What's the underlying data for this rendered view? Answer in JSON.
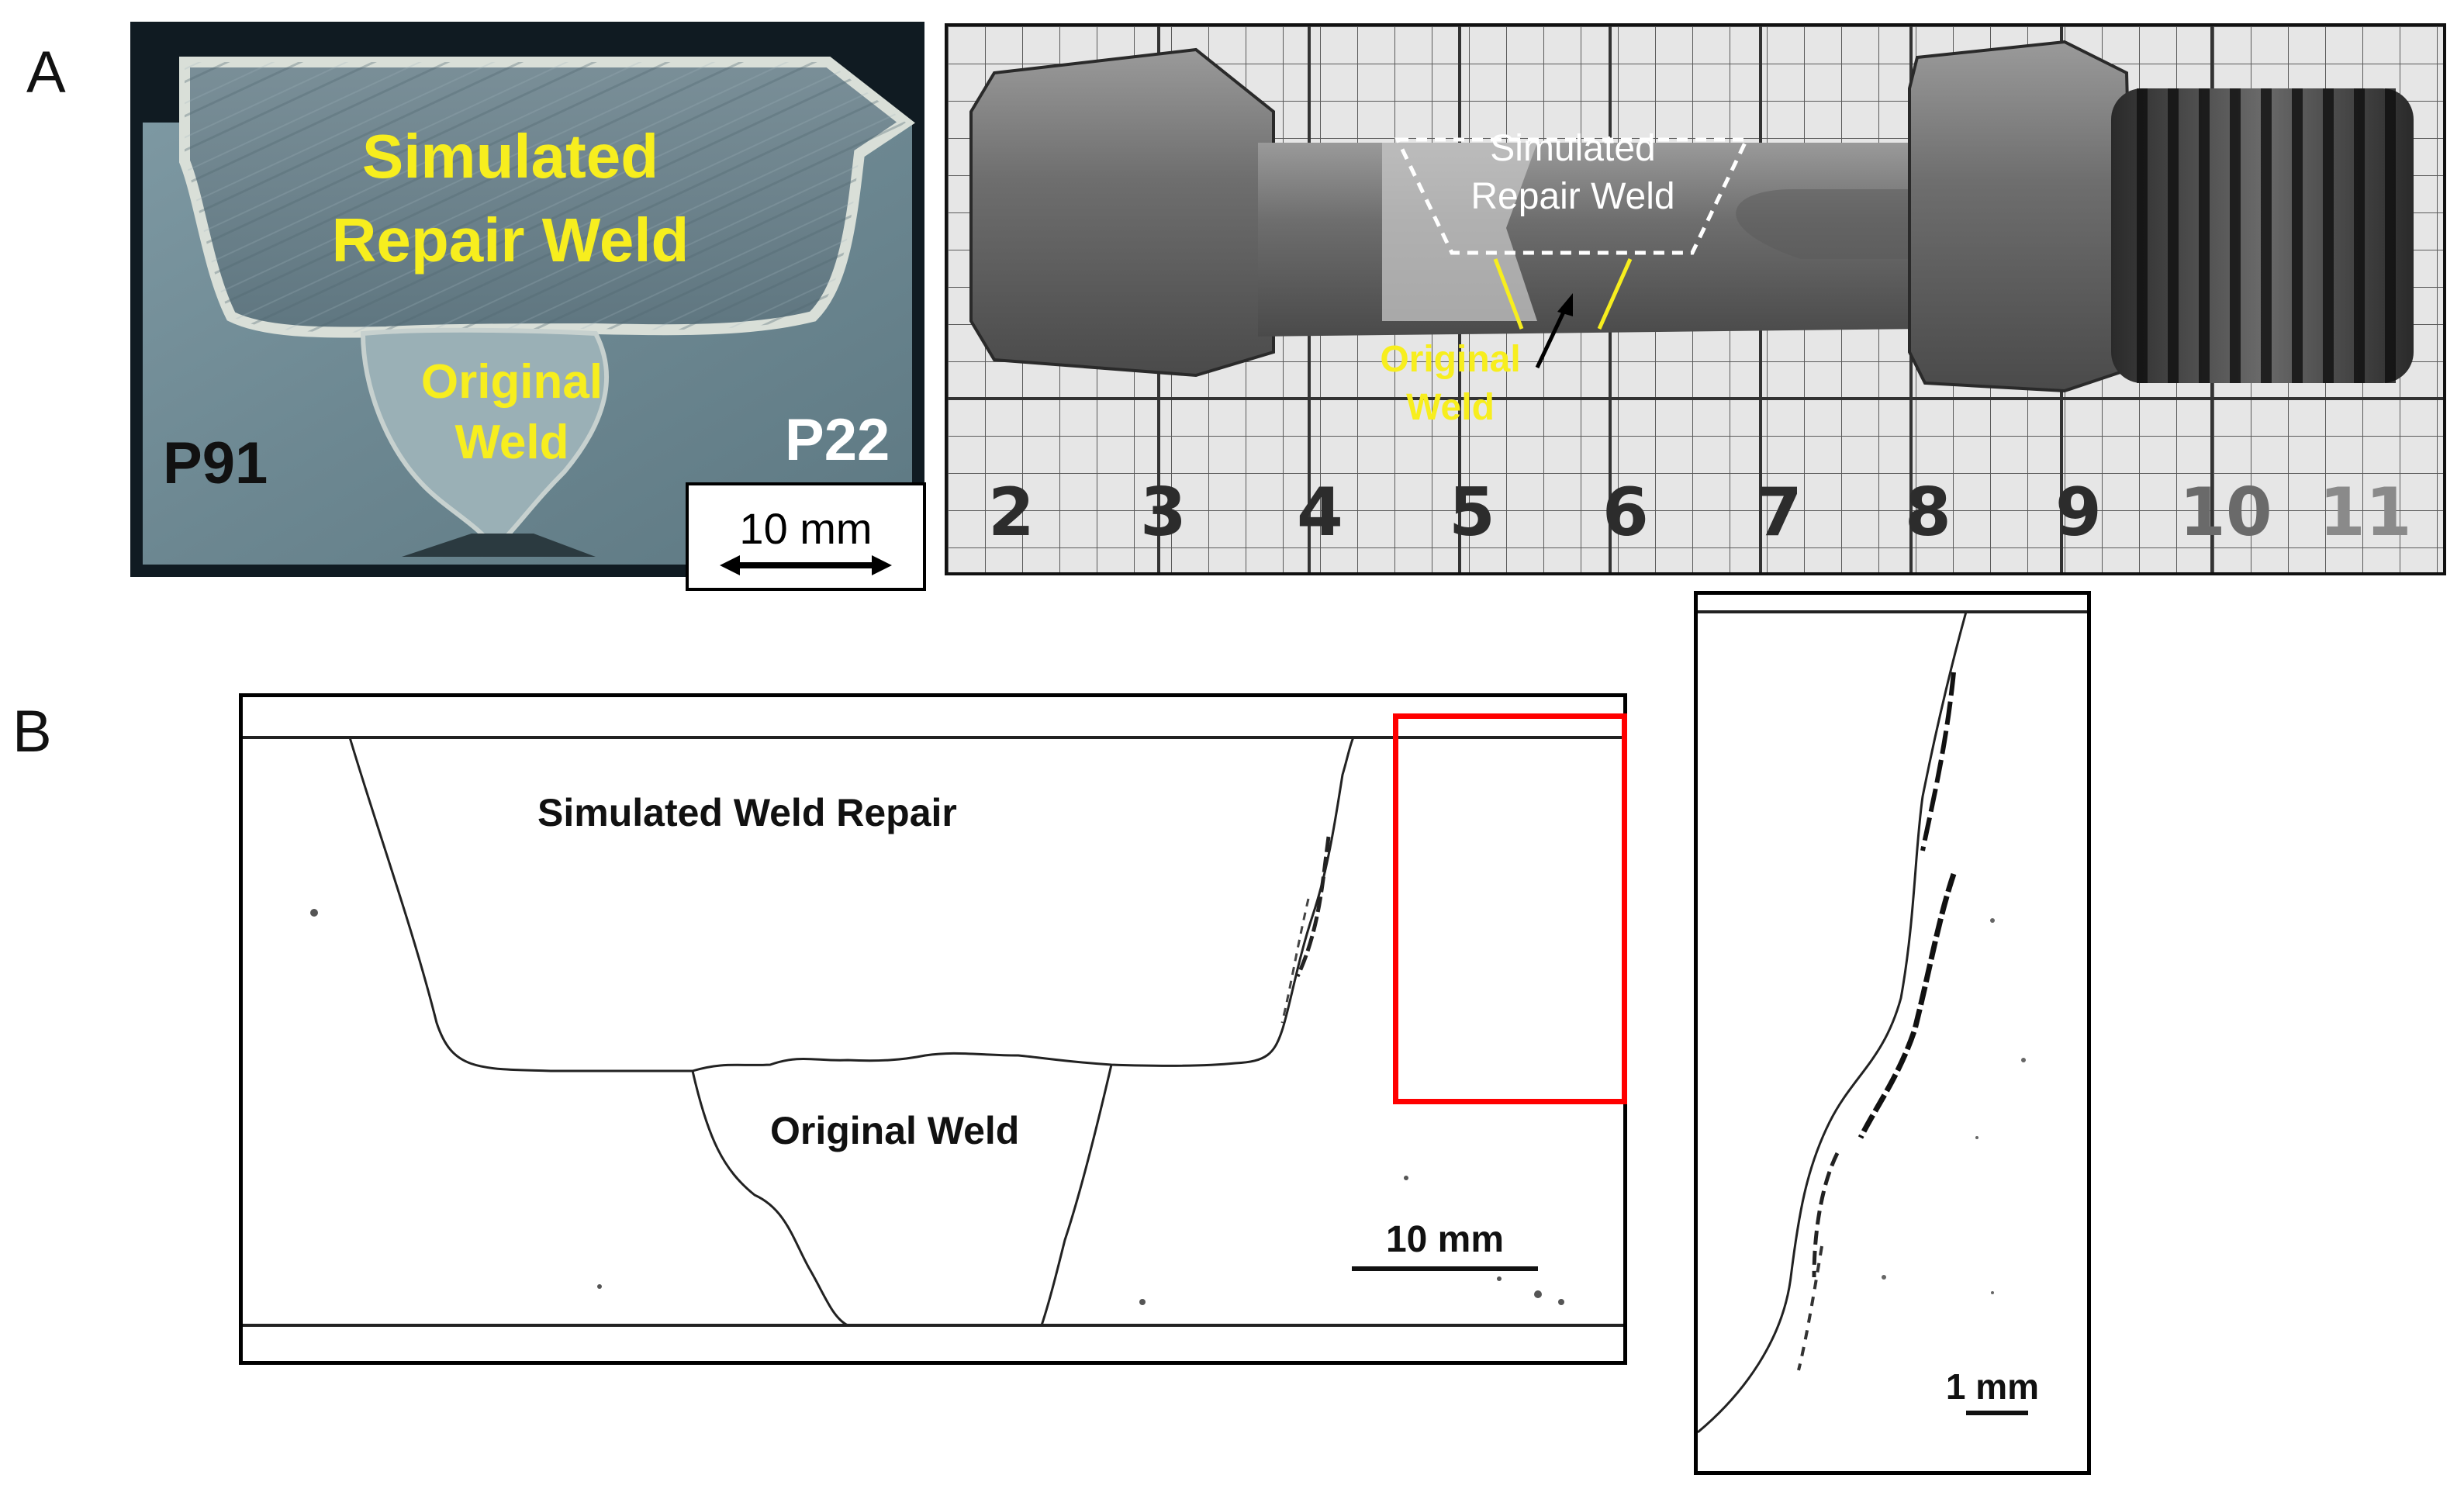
{
  "panel_a": {
    "letter": "A",
    "cross_section": {
      "repair_label_line1": "Simulated",
      "repair_label_line2": "Repair Weld",
      "original_label_line1": "Original",
      "original_label_line2": "Weld",
      "left_metal": "P91",
      "right_metal": "P22",
      "scale_bar": "10 mm"
    },
    "specimen_photo": {
      "repair_label_line1": "Simulated",
      "repair_label_line2": "Repair Weld",
      "original_label_line1": "Original",
      "original_label_line2": "Weld",
      "ruler_numbers": [
        "2",
        "3",
        "4",
        "5",
        "6",
        "7",
        "8",
        "9",
        "10",
        "11"
      ]
    }
  },
  "panel_b": {
    "letter": "B",
    "repair_label": "Simulated Weld Repair",
    "original_label": "Original Weld",
    "scale_bar": "10 mm",
    "inset_scale_bar": "1 mm"
  },
  "colors": {
    "label_yellow": "#f7ee1e",
    "highlight_red": "#ff0000"
  }
}
